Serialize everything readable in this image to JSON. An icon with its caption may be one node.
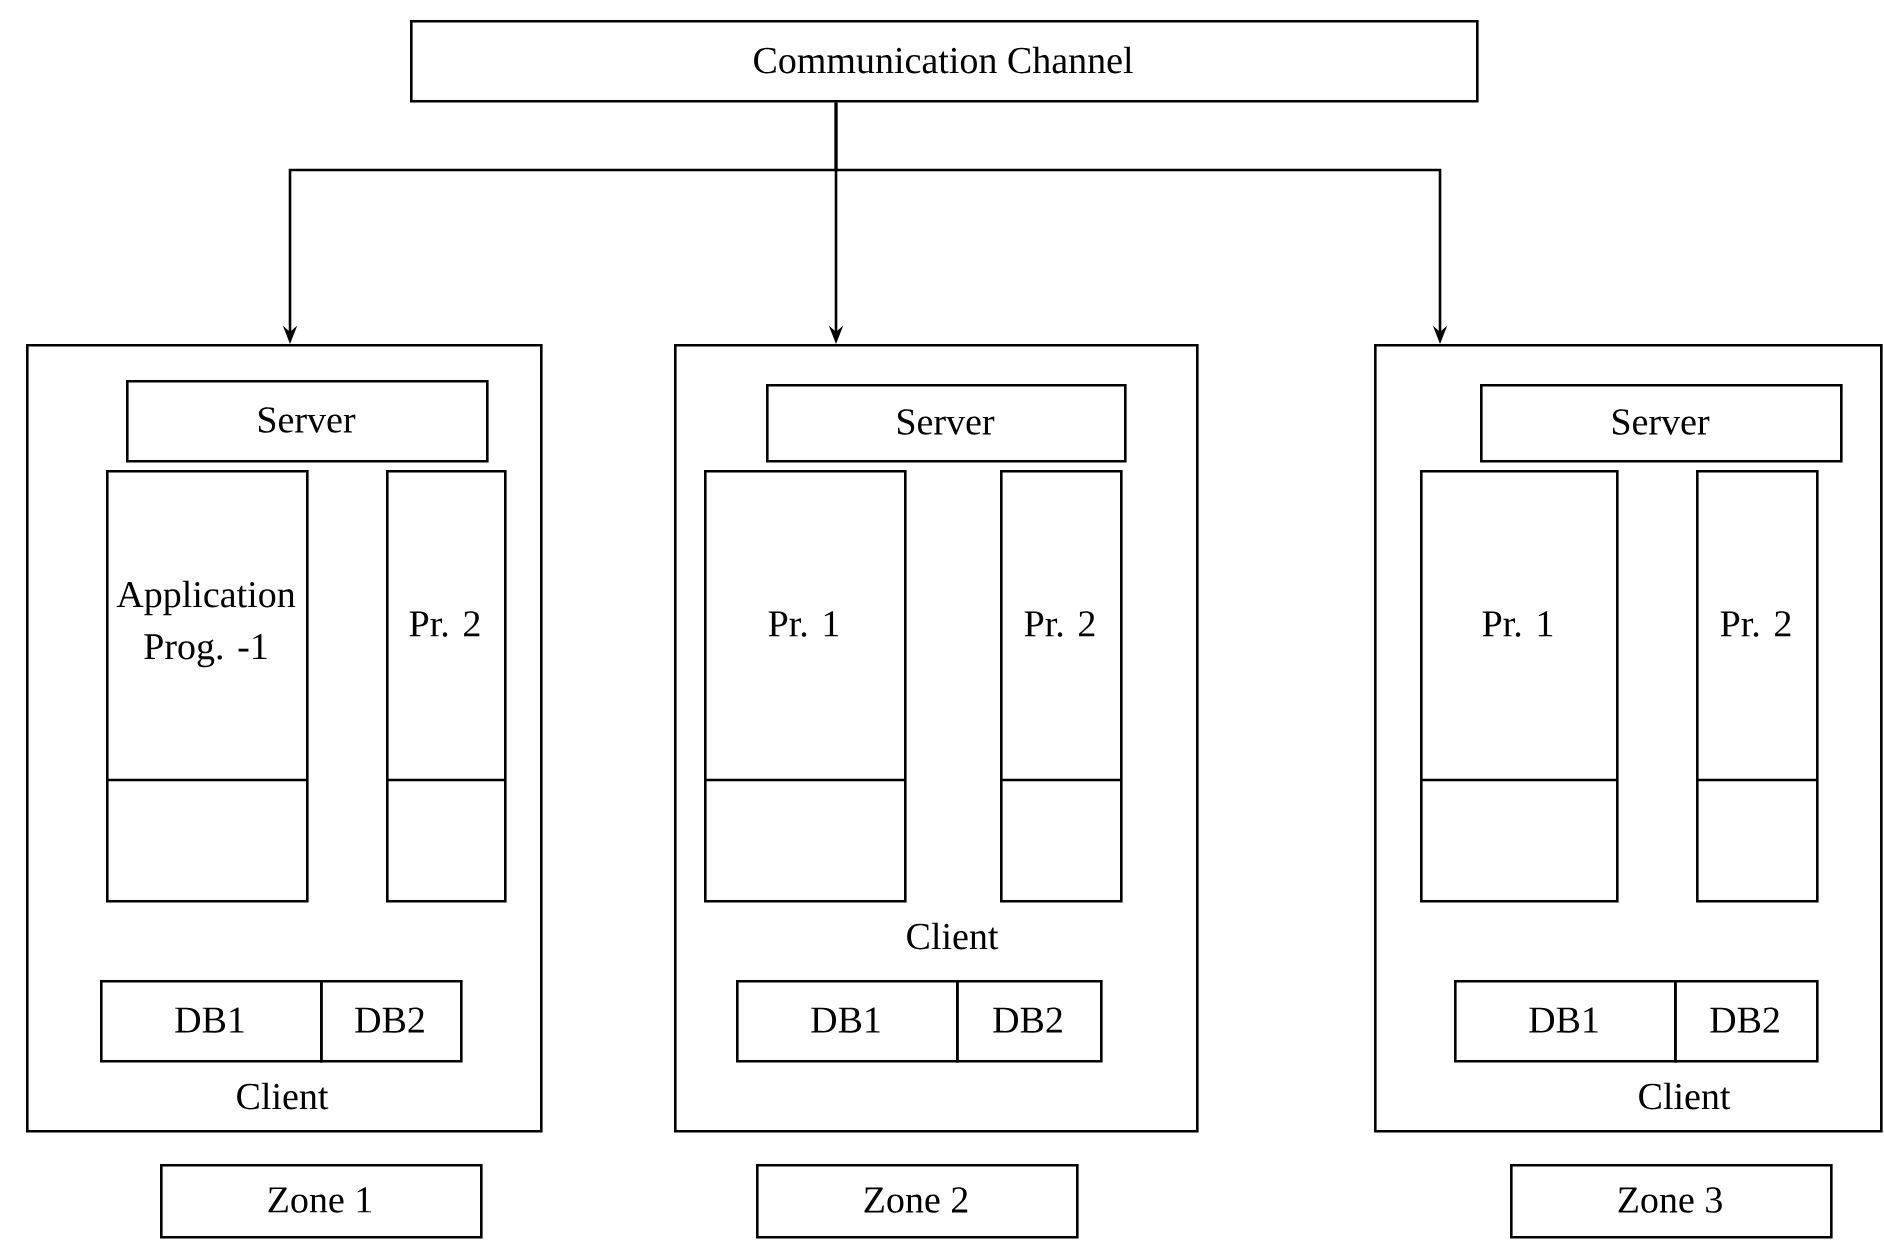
{
  "diagram": {
    "nodes": [
      {
        "text": [
          "Communication Channel"
        ]
      },
      {
        "text": [
          "Client"
        ]
      },
      {
        "text": [
          "Server"
        ],
        "in": 1
      },
      {
        "text": [
          "Application Prog. -1"
        ],
        "in": 1
      },
      {
        "text": [
          "Pr. 2"
        ],
        "in": 1
      },
      {
        "text": [
          "DB1"
        ],
        "in": 1
      },
      {
        "text": [
          "DB2"
        ],
        "in": 1
      },
      {
        "text": [
          "Zone 1"
        ]
      },
      {
        "text": [
          "Client"
        ]
      },
      {
        "text": [
          "Server"
        ],
        "in": 8
      },
      {
        "text": [
          "Pr. 1"
        ],
        "in": 8
      },
      {
        "text": [
          "Pr. 2"
        ],
        "in": 8
      },
      {
        "text": [
          "DB1"
        ],
        "in": 8
      },
      {
        "text": [
          "DB2"
        ],
        "in": 8
      },
      {
        "text": [
          "Zone 2"
        ]
      },
      {
        "text": [
          "Client"
        ]
      },
      {
        "text": [
          "Server"
        ],
        "in": 15
      },
      {
        "text": [
          "Pr. 1"
        ],
        "in": 15
      },
      {
        "text": [
          "Pr. 2"
        ],
        "in": 15
      },
      {
        "text": [
          "DB1"
        ],
        "in": 15
      },
      {
        "text": [
          "DB2"
        ],
        "in": 15
      },
      {
        "text": [
          "Zone 3"
        ]
      }
    ],
    "edges": [
      {
        "from": 0,
        "to": 1,
        "arrow": "to"
      },
      {
        "from": 0,
        "to": 8,
        "arrow": "to"
      },
      {
        "from": 0,
        "to": 15,
        "arrow": "to"
      }
    ]
  }
}
